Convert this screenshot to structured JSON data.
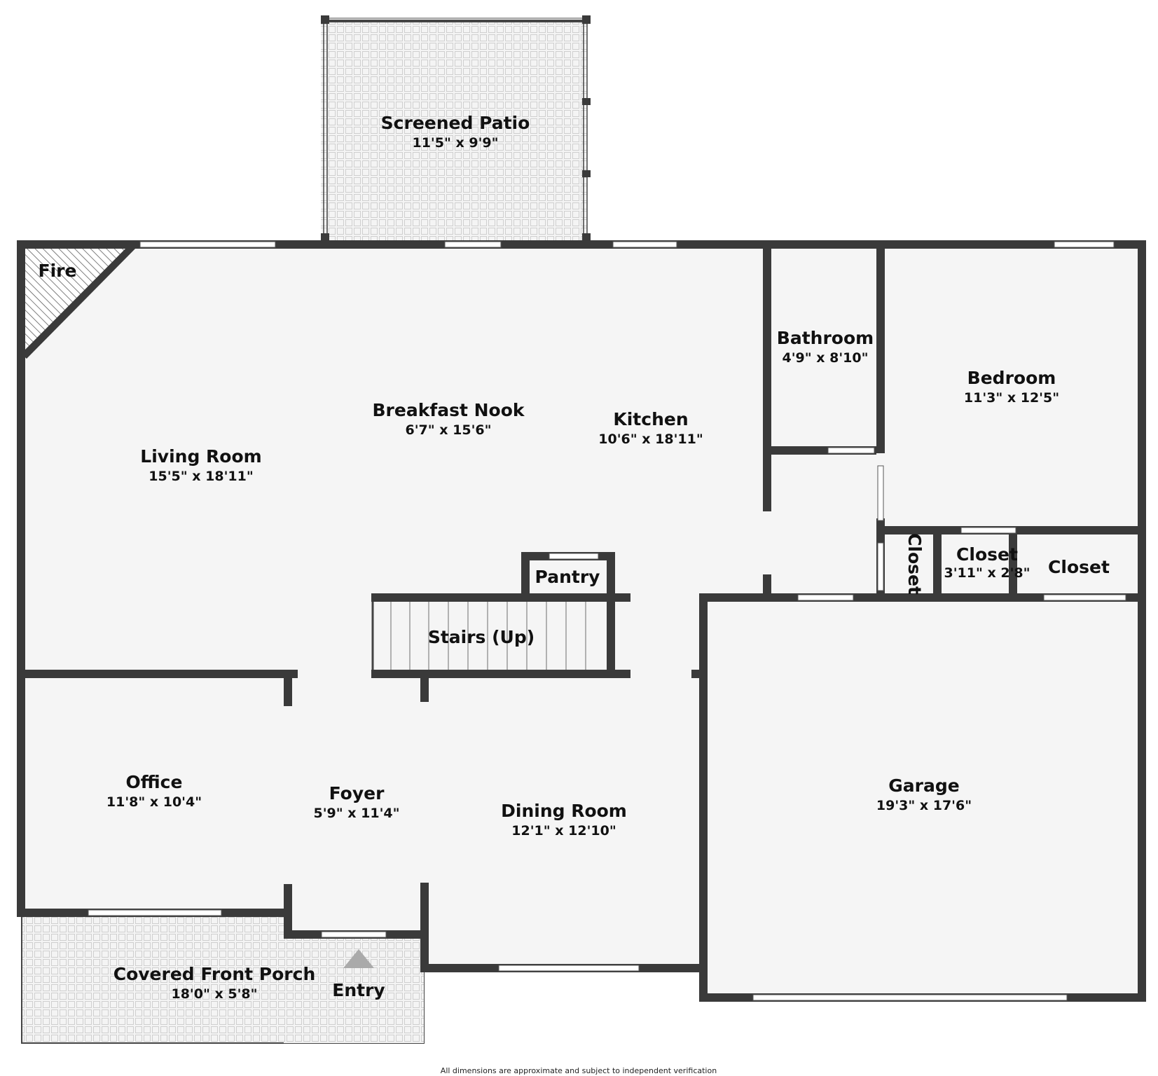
{
  "rooms": {
    "screened_patio": {
      "name": "Screened Patio",
      "dims": "11'5\" x 9'9\""
    },
    "fire": {
      "name": "Fire"
    },
    "living_room": {
      "name": "Living Room",
      "dims": "15'5\" x 18'11\""
    },
    "breakfast_nook": {
      "name": "Breakfast Nook",
      "dims": "6'7\" x 15'6\""
    },
    "kitchen": {
      "name": "Kitchen",
      "dims": "10'6\" x 18'11\""
    },
    "bathroom": {
      "name": "Bathroom",
      "dims": "4'9\" x 8'10\""
    },
    "bedroom": {
      "name": "Bedroom",
      "dims": "11'3\" x 12'5\""
    },
    "pantry": {
      "name": "Pantry"
    },
    "closet_vertical": {
      "name": "Closet"
    },
    "closet_small": {
      "name": "Closet",
      "dims": "3'11\" x 2'8\""
    },
    "closet_right": {
      "name": "Closet"
    },
    "stairs": {
      "name": "Stairs (Up)"
    },
    "office": {
      "name": "Office",
      "dims": "11'8\" x 10'4\""
    },
    "foyer": {
      "name": "Foyer",
      "dims": "5'9\" x 11'4\""
    },
    "dining_room": {
      "name": "Dining Room",
      "dims": "12'1\" x 12'10\""
    },
    "garage": {
      "name": "Garage",
      "dims": "19'3\" x 17'6\""
    },
    "covered_front_porch": {
      "name": "Covered Front Porch",
      "dims": "18'0\" x 5'8\""
    },
    "entry": {
      "name": "Entry"
    }
  },
  "footer": {
    "disclaimer": "All dimensions are approximate and subject to independent verification"
  }
}
